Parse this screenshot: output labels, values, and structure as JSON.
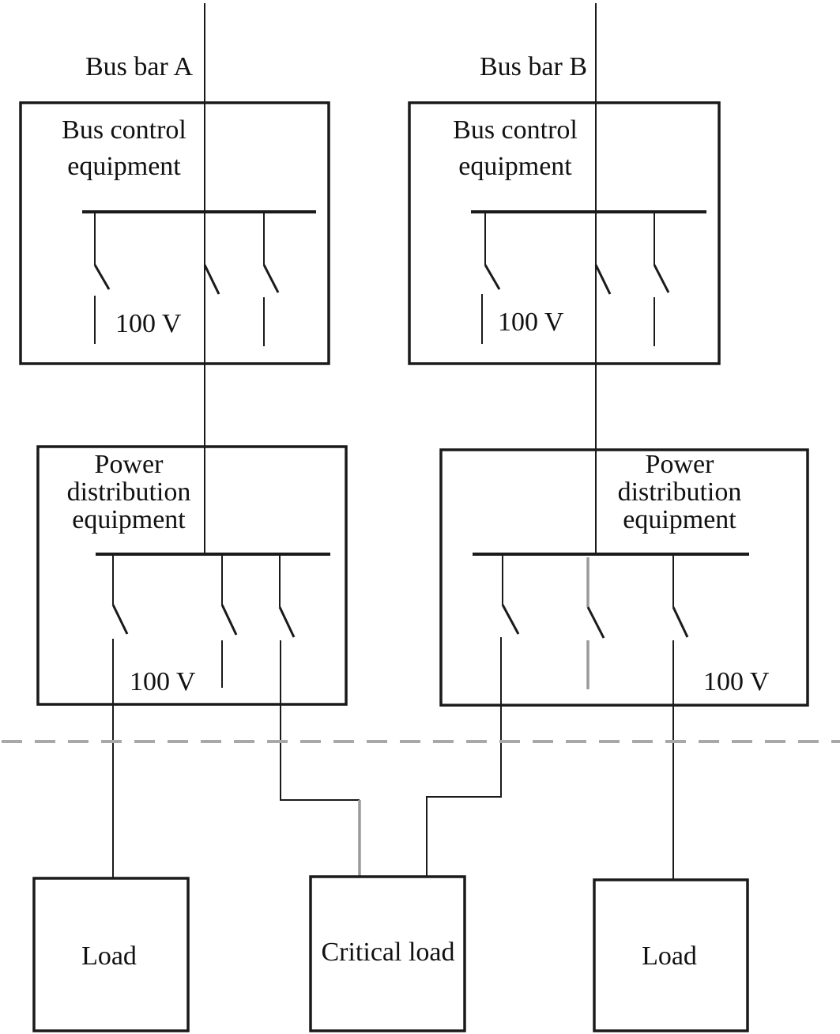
{
  "bus_a": {
    "label": "Bus bar A"
  },
  "bus_b": {
    "label": "Bus bar B"
  },
  "bus_control_a": {
    "line1": "Bus control",
    "line2": "equipment",
    "voltage": "100 V"
  },
  "bus_control_b": {
    "line1": "Bus control",
    "line2": "equipment",
    "voltage": "100 V"
  },
  "power_dist_a": {
    "line1": "Power",
    "line2": "distribution",
    "line3": "equipment",
    "voltage": "100 V"
  },
  "power_dist_b": {
    "line1": "Power",
    "line2": "distribution",
    "line3": "equipment",
    "voltage": "100 V"
  },
  "loads": {
    "left": "Load",
    "critical": "Critical load",
    "right": "Load"
  }
}
